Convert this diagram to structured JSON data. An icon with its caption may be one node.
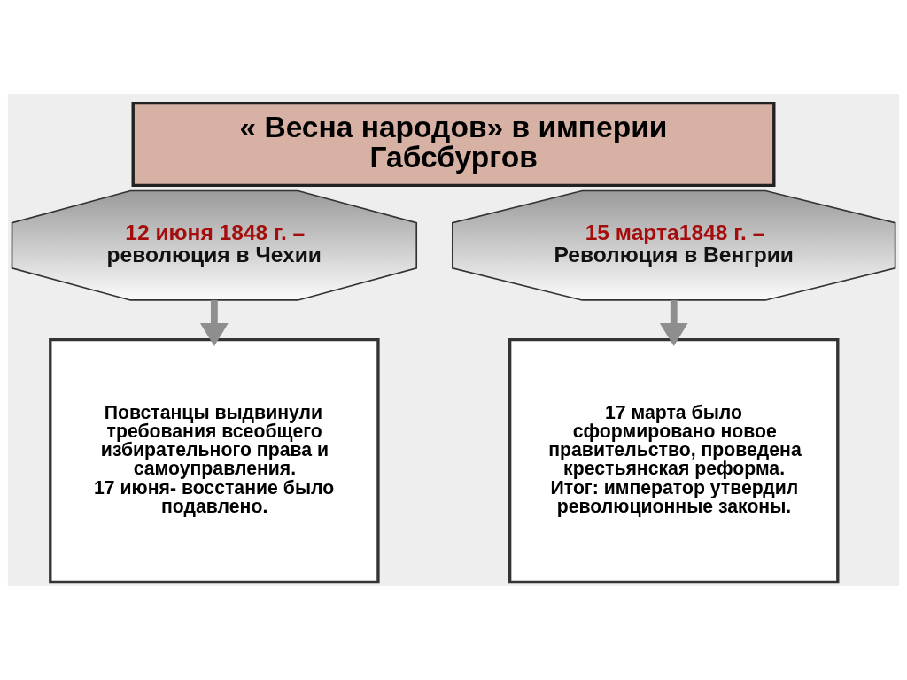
{
  "diagram": {
    "title": "« Весна народов» в империи Габсбургов",
    "nodes": [
      {
        "text": [
          "12 июня 1848 г. –",
          "революция в Чехии"
        ]
      },
      {
        "text": [
          "15 марта1848 г. –",
          "Революция в Венгрии"
        ]
      },
      {
        "text": [
          "Повстанцы выдвинули требования всеобщего избирательного права и самоуправления.",
          "17 июня- восстание было подавлено."
        ]
      },
      {
        "text": [
          "17 марта было сформировано новое правительство, проведена крестьянская реформа.",
          "Итог: император утвердил революционные законы."
        ]
      }
    ],
    "edges": [
      {
        "from": 0,
        "to": 2,
        "arrow": "to"
      },
      {
        "from": 1,
        "to": 3,
        "arrow": "to"
      }
    ]
  }
}
